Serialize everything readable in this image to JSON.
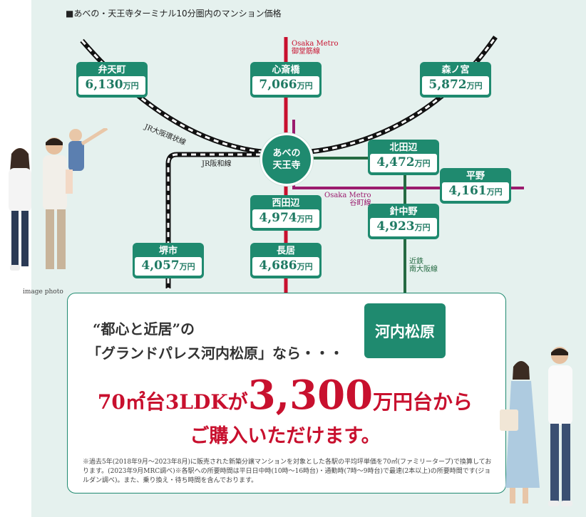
{
  "heading": "■あべの・天王寺ターミナル10分圏内のマンション価格",
  "hub": {
    "line1": "あべの",
    "line2": "天王寺"
  },
  "price_unit": "万円",
  "stations": {
    "bentencho": {
      "name": "弁天町",
      "price": "6,130"
    },
    "shinsaibashi": {
      "name": "心斎橋",
      "price": "7,066"
    },
    "morinomiya": {
      "name": "森ノ宮",
      "price": "5,872"
    },
    "kitatanabe": {
      "name": "北田辺",
      "price": "4,472"
    },
    "hirano": {
      "name": "平野",
      "price": "4,161"
    },
    "nishitanabe": {
      "name": "西田辺",
      "price": "4,974"
    },
    "harinakano": {
      "name": "針中野",
      "price": "4,923"
    },
    "sakaishi": {
      "name": "堺市",
      "price": "4,057"
    },
    "nagai": {
      "name": "長居",
      "price": "4,686"
    }
  },
  "lines": {
    "midosuji_en": "Osaka Metro",
    "midosuji_jp": "御堂筋線",
    "loop": "JR大阪環状線",
    "hanwa": "JR阪和線",
    "tanimachi_en": "Osaka Metro",
    "tanimachi_jp": "谷町線",
    "kintetsu_1": "近鉄",
    "kintetsu_2": "南大阪線"
  },
  "destination": "河内松原",
  "headline": {
    "line1": "“都心と近居”の",
    "line2": "「グランドパレス河内松原」なら・・・",
    "big_prefix": "70㎡台3LDKが",
    "big_price": "3,300",
    "big_suffix": "万円台から",
    "sub": "ご購入いただけます。"
  },
  "notes": "※過去5年(2018年9月〜2023年8月)に販売された新築分譲マンションを対象とした各駅の平均坪単価を70㎡(ファミリータープ)で換算しております。(2023年9月MRC調べ)※各駅への所要時間は平日日中時(10時〜16時台)・通勤時(7時〜9時台)で最速(2本以上)の所要時間です(ジョルダン調べ)。また、乗り換え・待ち時間を含んでおります。",
  "image_caption": "image photo",
  "colors": {
    "station_green": "#1f8a6f",
    "accent_red": "#c8102e",
    "tanimachi_purple": "#9b1b6e",
    "kintetsu_green": "#256a42"
  }
}
